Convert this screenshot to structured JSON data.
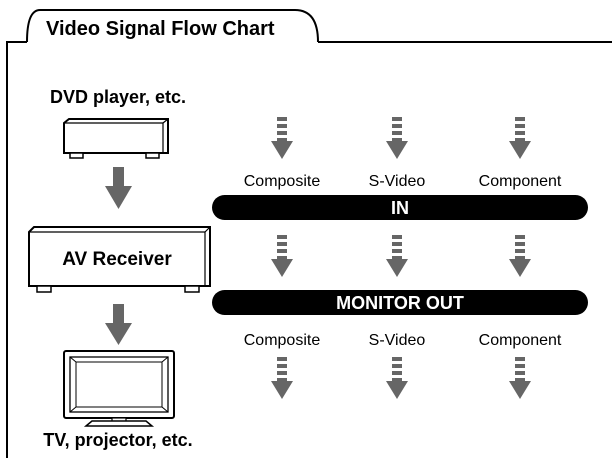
{
  "title": "Video Signal Flow Chart",
  "source_device": "DVD player, etc.",
  "receiver": "AV Receiver",
  "display_device": "TV, projector, etc.",
  "input_signals": [
    "Composite",
    "S-Video",
    "Component"
  ],
  "output_signals": [
    "Composite",
    "S-Video",
    "Component"
  ],
  "in_bar_label": "IN",
  "out_bar_label": "MONITOR OUT",
  "colors": {
    "line": "#000000",
    "arrow_gray": "#666666",
    "bar_fill": "#000000",
    "bar_text": "#ffffff"
  }
}
